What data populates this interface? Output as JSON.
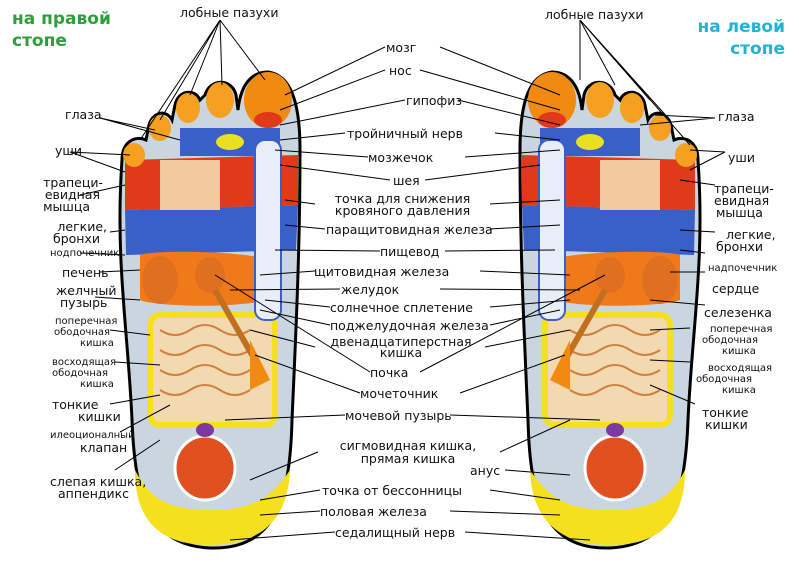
{
  "titles": {
    "right_foot": "на правой стопе",
    "left_foot": "на левой стопе"
  },
  "colors": {
    "right_title": "#2e9e3a",
    "left_title": "#1fb4d6",
    "skin": "#f0a020",
    "heel": "#f5e020",
    "blue": "#3a5fc8",
    "red": "#e03a1a"
  },
  "top": {
    "sinuses_left": "лобные пазухи",
    "sinuses_right": "лобные пазухи"
  },
  "center": [
    "мозг",
    "нос",
    "гипофиз",
    "тройничный нерв",
    "мозжечок",
    "шея",
    "точка для снижения",
    "кровяного давления",
    "паращитовидная железа",
    "пищевод",
    "щитовидная железа",
    "желудок",
    "солнечное сплетение",
    "поджелудочная железа",
    "двенадцатиперстная",
    "кишка",
    "почка",
    "мочеточник",
    "мочевой пузырь",
    "сигмовидная кишка,",
    "прямая кишка",
    "анус",
    "точка от бессонницы",
    "половая железа",
    "седалищный нерв"
  ],
  "left_side": [
    "глаза",
    "уши",
    "трапеци-",
    "евидная",
    "мышца",
    "легкие,",
    "бронхи",
    "нодпочечник",
    "печень",
    "желчный",
    "пузырь",
    "поперечная",
    "ободочная",
    "кишка",
    "восходящая",
    "ободочная",
    "кишка",
    "тонкие",
    "кишки",
    "илеоционалный",
    "клапан",
    "слепая кишка,",
    "аппендикс"
  ],
  "right_side": [
    "глаза",
    "уши",
    "трапеци-",
    "евидная",
    "мышца",
    "легкие,",
    "бронхи",
    "надпочечник",
    "сердце",
    "селезенка",
    "поперечная",
    "ободочная",
    "кишка",
    "восходящая",
    "ободочная",
    "кишка",
    "тонкие",
    "кишки"
  ]
}
